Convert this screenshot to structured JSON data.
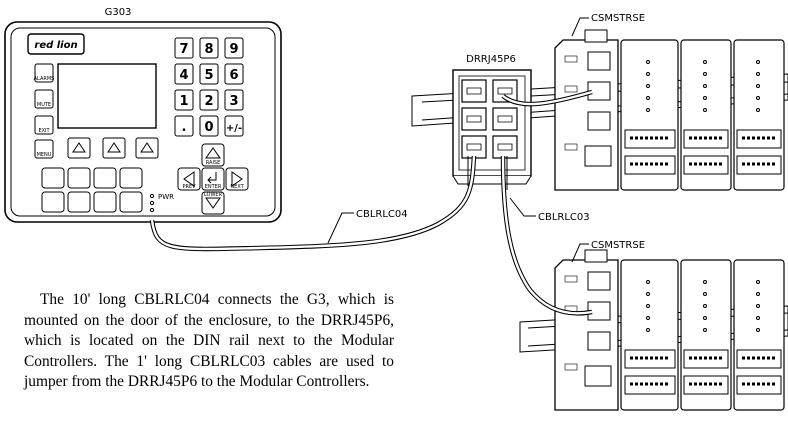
{
  "labels": {
    "g3": "G303",
    "drrj": "DRRJ45P6",
    "csm_top": "CSMSTRSE",
    "csm_bottom": "CSMSTRSE",
    "cable_long": "CBLRLC04",
    "cable_short": "CBLRLC03",
    "pwr": "PWR"
  },
  "g3_logo": "red lion",
  "keypad": [
    "7",
    "8",
    "9",
    "4",
    "5",
    "6",
    "1",
    "2",
    "3",
    ".",
    "0",
    "+/-"
  ],
  "side_keys": [
    "ALARMS",
    "MUTE",
    "EXIT",
    "MENU"
  ],
  "nav_keys": [
    "RAISE",
    "PREV",
    "ENTER",
    "NEXT",
    "LOWER"
  ],
  "caption": "The 10' long CBLRLC04 connects the G3, which is mounted on the door of the enclosure, to the DRRJ45P6, which is located on the DIN rail next to the Modular Controllers. The 1' long CBLRLC03 cables are used to jumper from the DRRJ45P6 to the Modular Controllers."
}
